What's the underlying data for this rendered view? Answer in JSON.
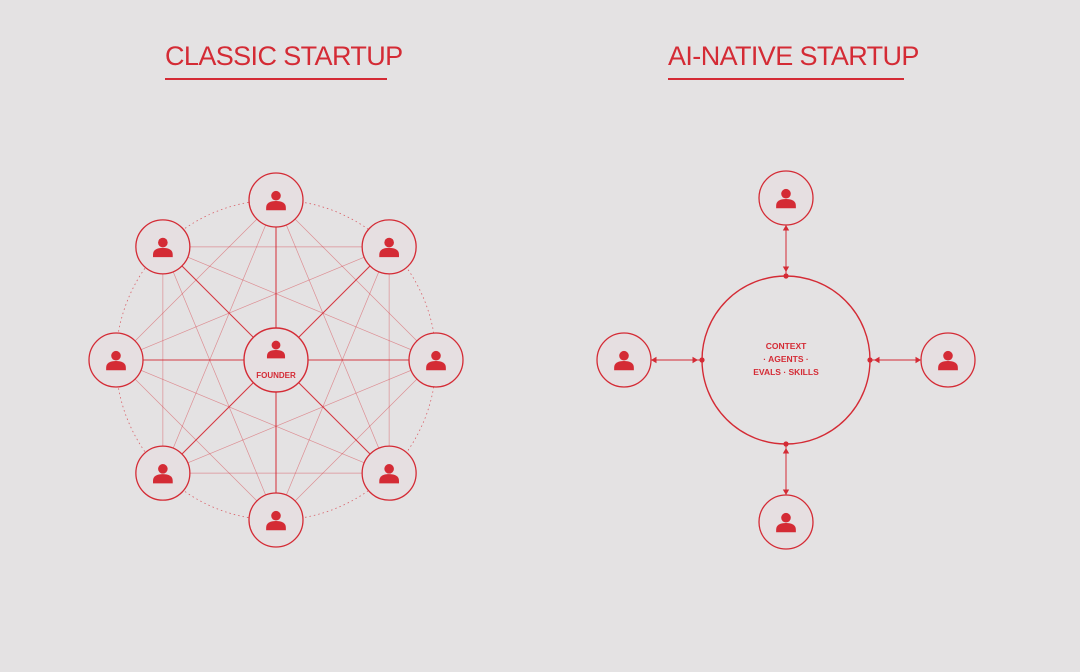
{
  "colors": {
    "accent": "#d42b35",
    "background": "#e4e2e3",
    "node_fill": "#e6dfe1"
  },
  "left": {
    "title": "CLASSIC STARTUP",
    "center_label": "FOUNDER",
    "node_count": 8,
    "node_icon": "person-icon",
    "structure": "fully-connected mesh around founder"
  },
  "right": {
    "title": "AI-NATIVE STARTUP",
    "hub_lines": [
      "CONTEXT",
      "· AGENTS ·",
      "EVALS · SKILLS"
    ],
    "node_count": 4,
    "node_icon": "person-icon",
    "structure": "hub with bidirectional arrows to each person"
  }
}
